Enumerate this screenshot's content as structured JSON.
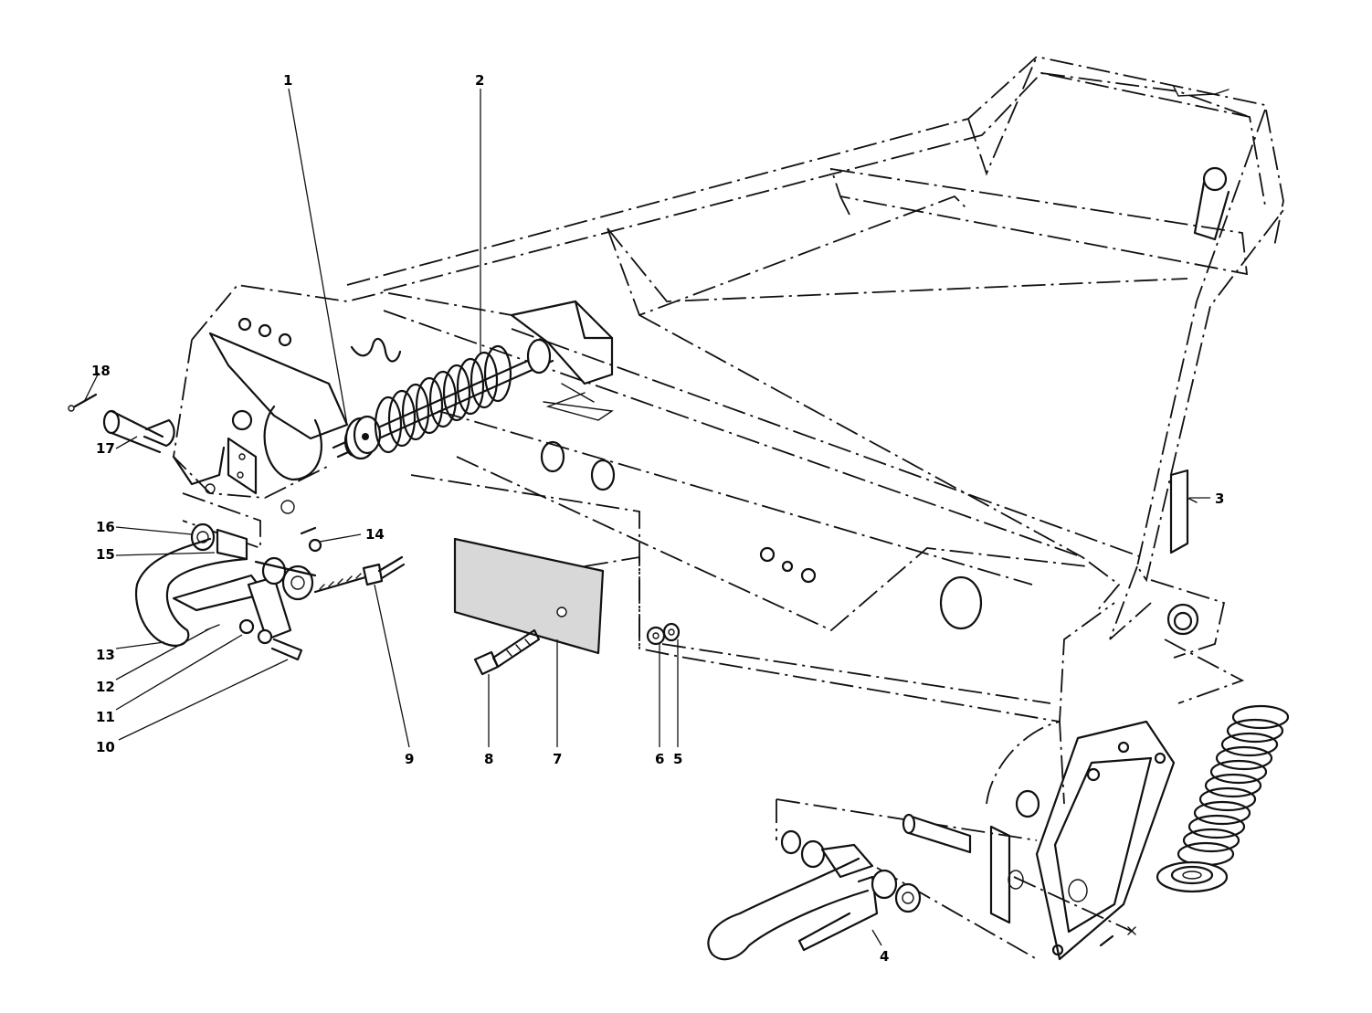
{
  "diagram": {
    "callouts": [
      {
        "id": "c1",
        "text": "1"
      },
      {
        "id": "c2",
        "text": "2"
      },
      {
        "id": "c3",
        "text": "3"
      },
      {
        "id": "c4",
        "text": "4"
      },
      {
        "id": "c5",
        "text": "5"
      },
      {
        "id": "c6",
        "text": "6"
      },
      {
        "id": "c7",
        "text": "7"
      },
      {
        "id": "c8",
        "text": "8"
      },
      {
        "id": "c9",
        "text": "9"
      },
      {
        "id": "c10",
        "text": "10"
      },
      {
        "id": "c11",
        "text": "11"
      },
      {
        "id": "c12",
        "text": "12"
      },
      {
        "id": "c13",
        "text": "13"
      },
      {
        "id": "c14",
        "text": "14"
      },
      {
        "id": "c15",
        "text": "15"
      },
      {
        "id": "c16",
        "text": "16"
      },
      {
        "id": "c17",
        "text": "17"
      },
      {
        "id": "c18",
        "text": "18"
      }
    ],
    "colors": {
      "ink": "#111111",
      "paper": "#ffffff",
      "plate": "#d8d8d8"
    }
  }
}
